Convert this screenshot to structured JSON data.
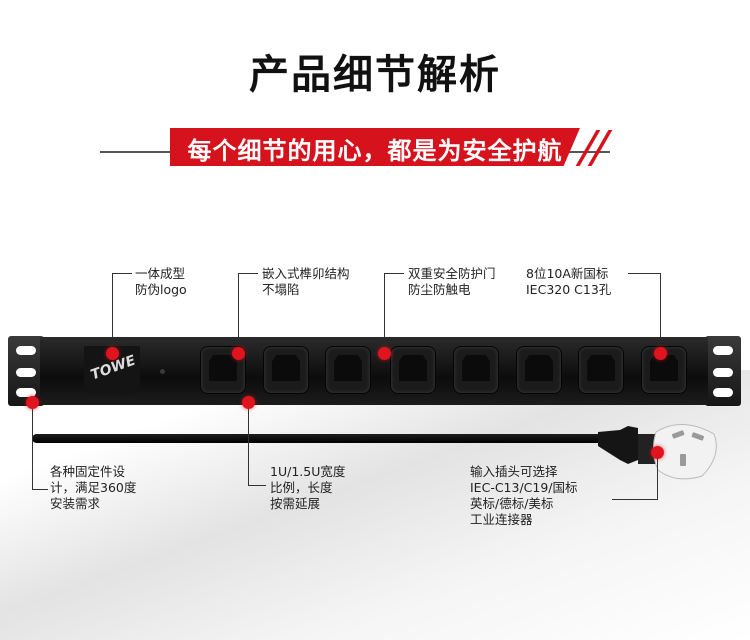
{
  "header": {
    "title": "产品细节解析",
    "banner": "每个细节的用心，都是为安全护航"
  },
  "product": {
    "logo_text": "TOWE",
    "outlet_count": 8
  },
  "callouts": {
    "logo": "一体成型\n防伪logo",
    "tenon": "嵌入式榫卯结构\n不塌陷",
    "shutter": "双重安全防护门\n防尘防触电",
    "outlets": "8位10A新国标\nIEC320 C13孔",
    "mount": "各种固定件设\n计，满足360度\n安装需求",
    "width": "1U/1.5U宽度\n比例，长度\n按需延展",
    "plug": "输入插头可选择\nIEC-C13/C19/国标\n英标/德标/美标\n工业连接器"
  },
  "colors": {
    "accent": "#d6121c",
    "strip": "#111111",
    "background": "#ffffff"
  }
}
